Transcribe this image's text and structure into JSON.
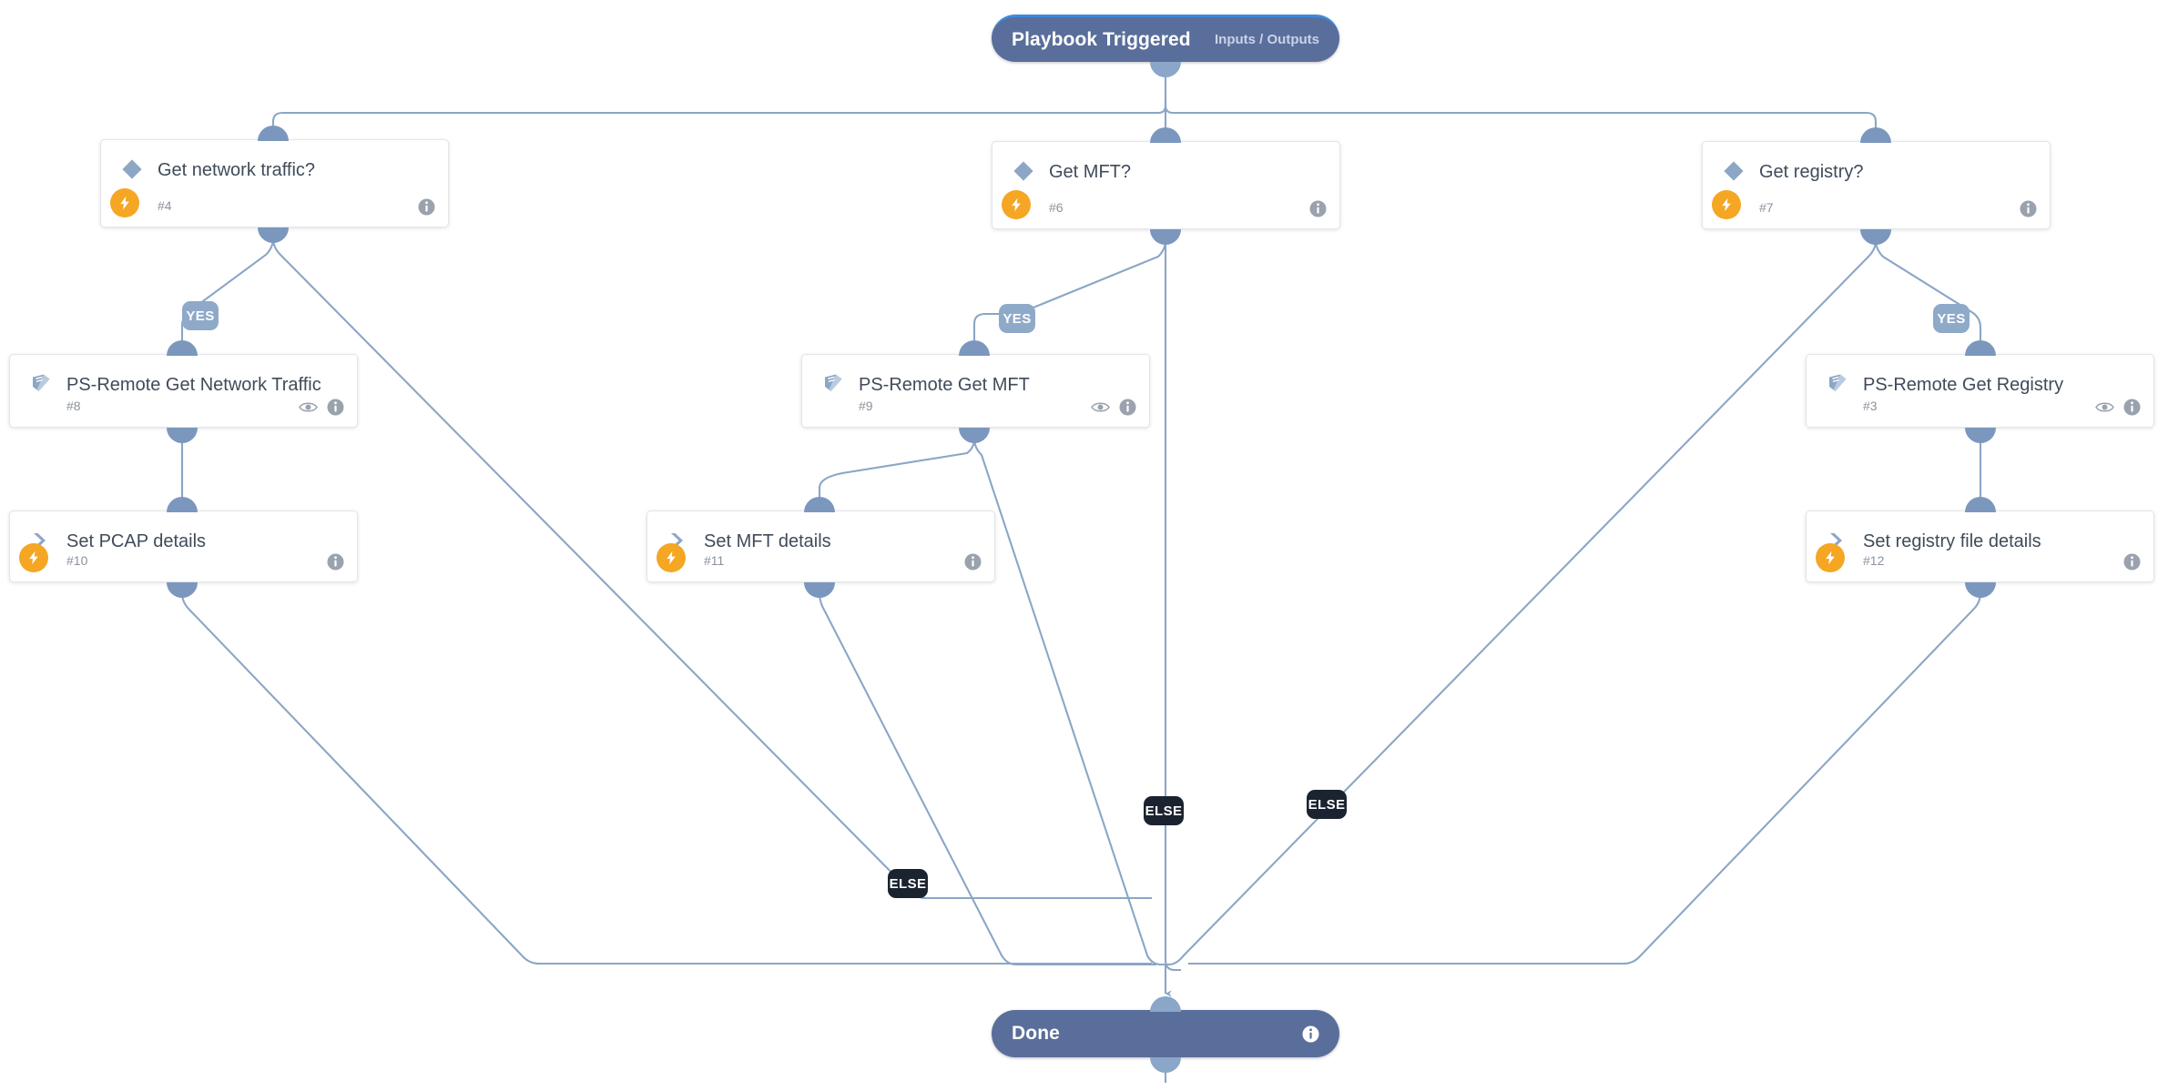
{
  "diagram": {
    "title": "Playbook workflow canvas",
    "background_color": "#ffffff",
    "edge_color": "#8ba6c6",
    "node_accent_color": "#7b97bd",
    "bolt_color": "#f5a623",
    "else_badge_color": "#1b2330",
    "yes_badge_color": "#8fa9c9",
    "terminal_color": "#5a6e9b"
  },
  "trigger": {
    "label": "Playbook Triggered",
    "sublabel": "Inputs / Outputs"
  },
  "done": {
    "label": "Done"
  },
  "nodes": [
    {
      "id": "#4",
      "title": "Get network traffic?",
      "type": "condition",
      "icon": "diamond-icon",
      "has_bolt": true,
      "has_eye": false
    },
    {
      "id": "#6",
      "title": "Get MFT?",
      "type": "condition",
      "icon": "diamond-icon",
      "has_bolt": true,
      "has_eye": false
    },
    {
      "id": "#7",
      "title": "Get registry?",
      "type": "condition",
      "icon": "diamond-icon",
      "has_bolt": true,
      "has_eye": false
    },
    {
      "id": "#8",
      "title": "PS-Remote Get Network Traffic",
      "type": "sub-playbook",
      "icon": "book-icon",
      "has_bolt": false,
      "has_eye": true
    },
    {
      "id": "#9",
      "title": "PS-Remote Get MFT",
      "type": "sub-playbook",
      "icon": "book-icon",
      "has_bolt": false,
      "has_eye": true
    },
    {
      "id": "#3",
      "title": "PS-Remote Get Registry",
      "type": "sub-playbook",
      "icon": "book-icon",
      "has_bolt": false,
      "has_eye": true
    },
    {
      "id": "#10",
      "title": "Set PCAP details",
      "type": "action",
      "icon": "chevron-right-icon",
      "has_bolt": true,
      "has_eye": false
    },
    {
      "id": "#11",
      "title": "Set MFT details",
      "type": "action",
      "icon": "chevron-right-icon",
      "has_bolt": true,
      "has_eye": false
    },
    {
      "id": "#12",
      "title": "Set registry file details",
      "type": "action",
      "icon": "chevron-right-icon",
      "has_bolt": true,
      "has_eye": false
    }
  ],
  "branch_labels": [
    {
      "text": "YES",
      "kind": "yes",
      "from": "#4"
    },
    {
      "text": "YES",
      "kind": "yes",
      "from": "#6"
    },
    {
      "text": "YES",
      "kind": "yes",
      "from": "#7"
    },
    {
      "text": "ELSE",
      "kind": "else",
      "from": "#4"
    },
    {
      "text": "ELSE",
      "kind": "else",
      "from": "#6"
    },
    {
      "text": "ELSE",
      "kind": "else",
      "from": "#7"
    }
  ]
}
